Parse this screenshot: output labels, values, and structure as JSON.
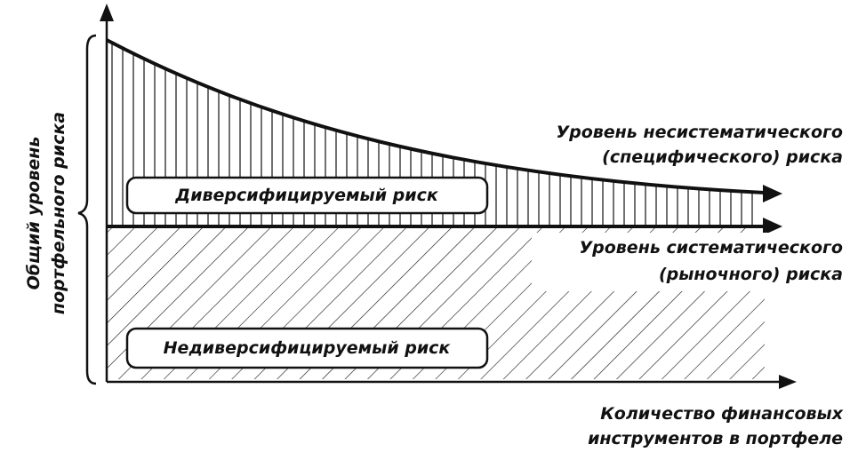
{
  "y_axis_label": {
    "line1": "Общий уровень",
    "line2": "портфельного риска"
  },
  "x_axis_label": {
    "line1": "Количество финансовых",
    "line2": "инструментов в портфеле"
  },
  "unsystematic_level_label": {
    "line1": "Уровень несистематического",
    "line2": "(специфического) риска"
  },
  "systematic_level_label": {
    "line1": "Уровень систематического",
    "line2": "(рыночного) риска"
  },
  "diversifiable_box": "Диверсифицируемый риск",
  "nondiversifiable_box": "Недиверсифицируемый риск",
  "colors": {
    "ink": "#111111",
    "background": "#ffffff"
  }
}
